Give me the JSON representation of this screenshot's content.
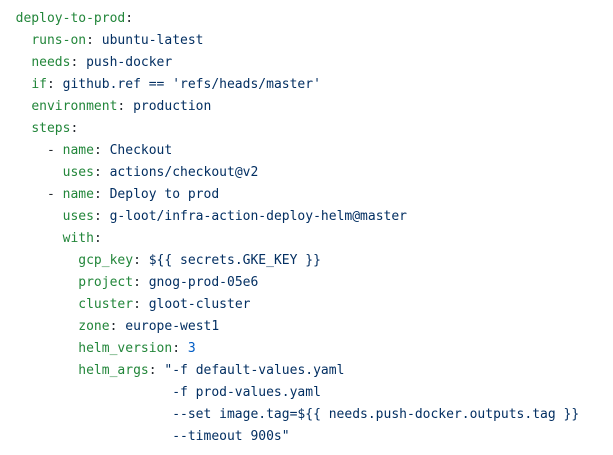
{
  "lines": [
    {
      "indent": 2,
      "dash": false,
      "key": "deploy-to-prod",
      "sep": ":",
      "value": "",
      "vclass": "v"
    },
    {
      "indent": 4,
      "dash": false,
      "key": "runs-on",
      "sep": ": ",
      "value": "ubuntu-latest",
      "vclass": "v"
    },
    {
      "indent": 4,
      "dash": false,
      "key": "needs",
      "sep": ": ",
      "value": "push-docker",
      "vclass": "v"
    },
    {
      "indent": 4,
      "dash": false,
      "key": "if",
      "sep": ": ",
      "value": "github.ref == 'refs/heads/master'",
      "vclass": "v"
    },
    {
      "indent": 4,
      "dash": false,
      "key": "environment",
      "sep": ": ",
      "value": "production",
      "vclass": "v"
    },
    {
      "indent": 4,
      "dash": false,
      "key": "steps",
      "sep": ":",
      "value": "",
      "vclass": "v"
    },
    {
      "indent": 6,
      "dash": true,
      "key": "name",
      "sep": ": ",
      "value": "Checkout",
      "vclass": "v"
    },
    {
      "indent": 8,
      "dash": false,
      "key": "uses",
      "sep": ": ",
      "value": "actions/checkout@v2",
      "vclass": "v"
    },
    {
      "indent": 6,
      "dash": true,
      "key": "name",
      "sep": ": ",
      "value": "Deploy to prod",
      "vclass": "v"
    },
    {
      "indent": 8,
      "dash": false,
      "key": "uses",
      "sep": ": ",
      "value": "g-loot/infra-action-deploy-helm@master",
      "vclass": "v"
    },
    {
      "indent": 8,
      "dash": false,
      "key": "with",
      "sep": ":",
      "value": "",
      "vclass": "v"
    },
    {
      "indent": 10,
      "dash": false,
      "key": "gcp_key",
      "sep": ": ",
      "value": "${{ secrets.GKE_KEY }}",
      "vclass": "v"
    },
    {
      "indent": 10,
      "dash": false,
      "key": "project",
      "sep": ": ",
      "value": "gnog-prod-05e6",
      "vclass": "v"
    },
    {
      "indent": 10,
      "dash": false,
      "key": "cluster",
      "sep": ": ",
      "value": "gloot-cluster",
      "vclass": "v"
    },
    {
      "indent": 10,
      "dash": false,
      "key": "zone",
      "sep": ": ",
      "value": "europe-west1",
      "vclass": "v"
    },
    {
      "indent": 10,
      "dash": false,
      "key": "helm_version",
      "sep": ": ",
      "value": "3",
      "vclass": "n"
    },
    {
      "indent": 10,
      "dash": false,
      "key": "helm_args",
      "sep": ": ",
      "value": "\"-f default-values.yaml",
      "vclass": "v"
    },
    {
      "indent": 22,
      "dash": false,
      "key": "",
      "sep": "",
      "value": "-f prod-values.yaml",
      "vclass": "v"
    },
    {
      "indent": 22,
      "dash": false,
      "key": "",
      "sep": "",
      "value": "--set image.tag=${{ needs.push-docker.outputs.tag }}",
      "vclass": "v"
    },
    {
      "indent": 22,
      "dash": false,
      "key": "",
      "sep": "",
      "value": "--timeout 900s\"",
      "vclass": "v"
    }
  ]
}
